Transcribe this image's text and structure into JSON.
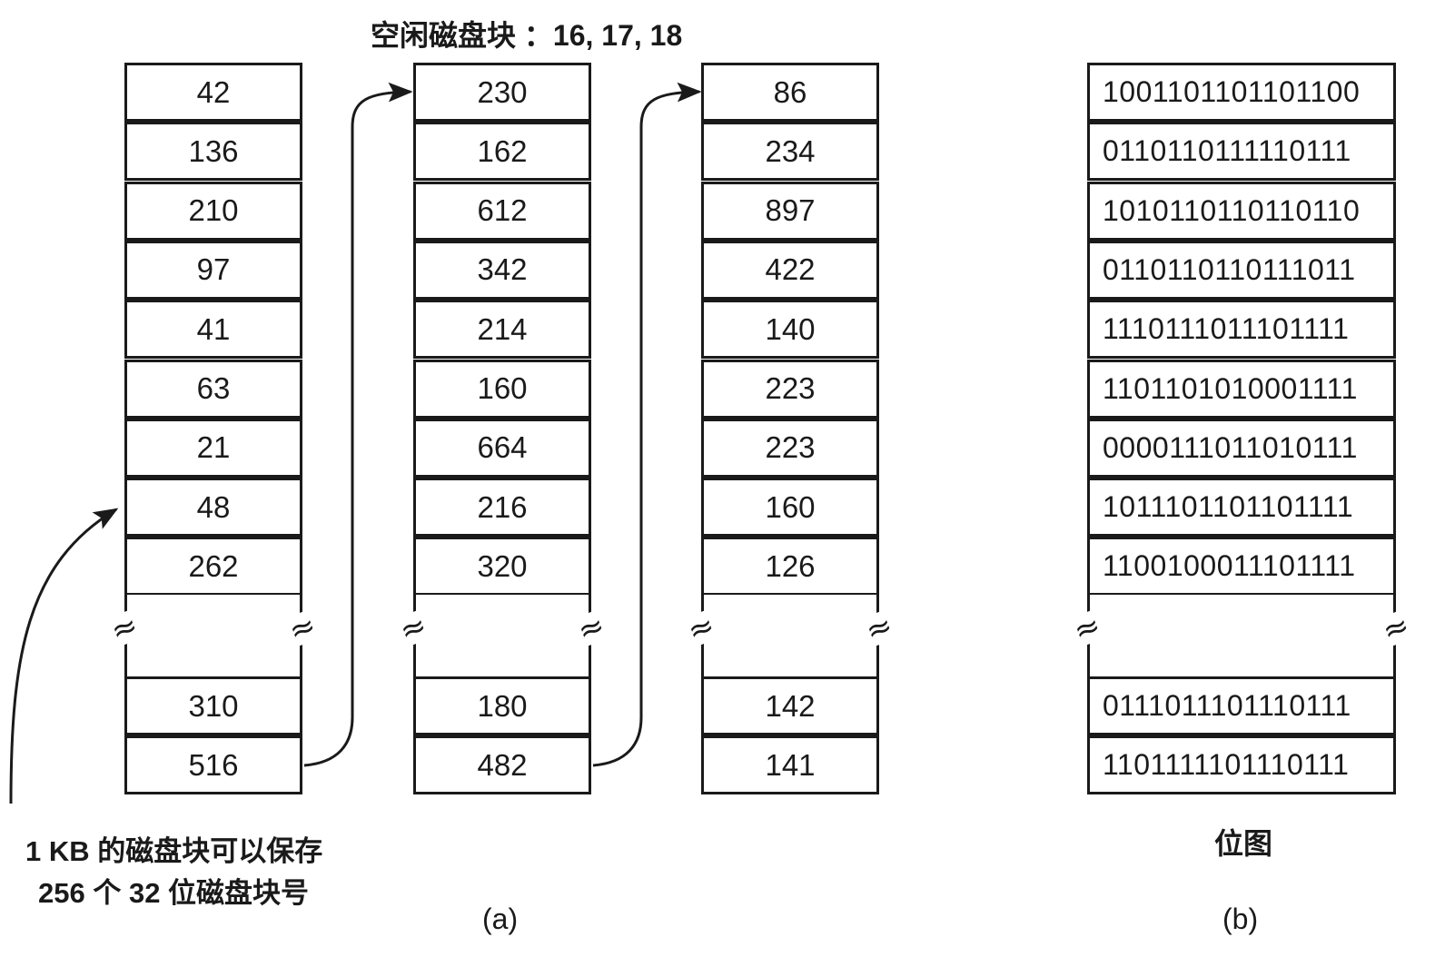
{
  "header": {
    "free_blocks_label": "空闲磁盘块 ：16, 17, 18"
  },
  "free_list_blocks": [
    {
      "values": [
        "42",
        "136",
        "210",
        "97",
        "41",
        "63",
        "21",
        "48",
        "262"
      ],
      "tail": [
        "310",
        "516"
      ]
    },
    {
      "values": [
        "230",
        "162",
        "612",
        "342",
        "214",
        "160",
        "664",
        "216",
        "320"
      ],
      "tail": [
        "180",
        "482"
      ]
    },
    {
      "values": [
        "86",
        "234",
        "897",
        "422",
        "140",
        "223",
        "223",
        "160",
        "126"
      ],
      "tail": [
        "142",
        "141"
      ]
    }
  ],
  "bitmap": {
    "rows": [
      "1001101101101100",
      "0110110111110111",
      "1010110110110110",
      "0110110110111011",
      "1110111011101111",
      "1101101010001111",
      "0000111011010111",
      "1011101101101111",
      "1100100011101111"
    ],
    "tail": [
      "0111011101110111",
      "1101111101110111"
    ],
    "caption": "位图"
  },
  "annotation": {
    "line1": "1 KB 的磁盘块可以保存",
    "line2": "256 个 32 位磁盘块号"
  },
  "captions": {
    "a": "(a)",
    "b": "(b)"
  }
}
